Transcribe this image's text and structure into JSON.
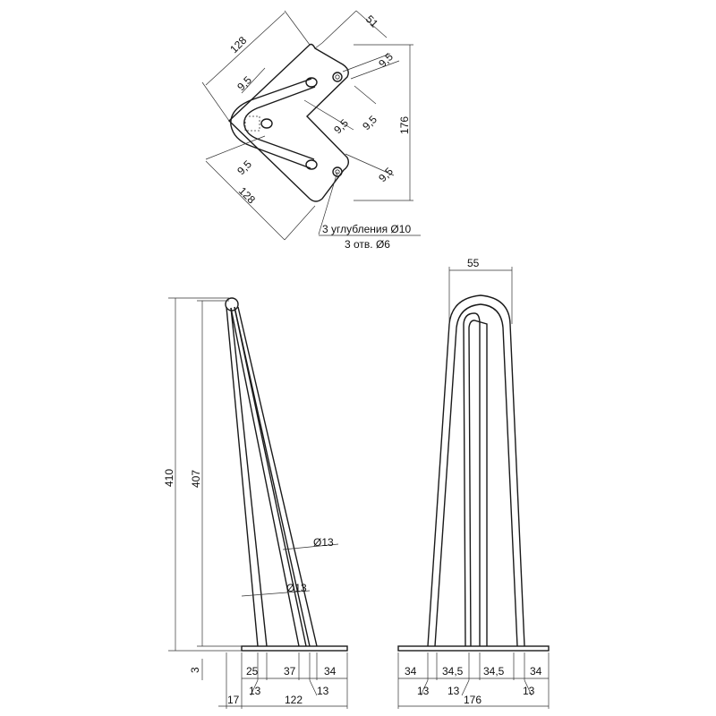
{
  "top_view": {
    "d_128_top": "128",
    "d_51": "51",
    "d_9_5_a": "9,5",
    "d_9_5_b": "9,5",
    "d_9_5_c": "9,5",
    "d_9_5_d": "9,5",
    "d_9_5_e": "9,5",
    "d_9_5_f": "9,5",
    "d_176": "176",
    "d_128_bottom": "128",
    "callout_line1": "3 углубления Ø10",
    "callout_line2": "3 отв. Ø6"
  },
  "side_view": {
    "d_410": "410",
    "d_407": "407",
    "d_3": "3",
    "d_dia13_a": "Ø13",
    "d_dia13_b": "Ø13",
    "d_25": "25",
    "d_37": "37",
    "d_34": "34",
    "d_13_a": "13",
    "d_13_b": "13",
    "d_17": "17",
    "d_122": "122"
  },
  "front_view": {
    "d_55": "55",
    "d_34_left": "34",
    "d_34_5_a": "34,5",
    "d_34_5_b": "34,5",
    "d_34_right": "34",
    "d_13_a": "13",
    "d_13_b": "13",
    "d_13_c": "13",
    "d_176": "176"
  }
}
